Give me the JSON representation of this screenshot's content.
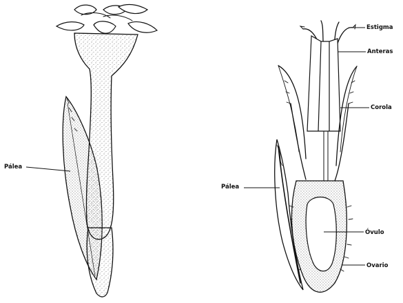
{
  "labels": {
    "palea_left": "Pálea",
    "palea_right": "Pálea",
    "estigma": "Estigma",
    "anteras": "Anteras",
    "corola": "Corola",
    "ovulo": "Óvulo",
    "ovario": "Ovario"
  },
  "colors": {
    "ink": "#111111",
    "paper": "#ffffff",
    "stipple": "#555555"
  }
}
